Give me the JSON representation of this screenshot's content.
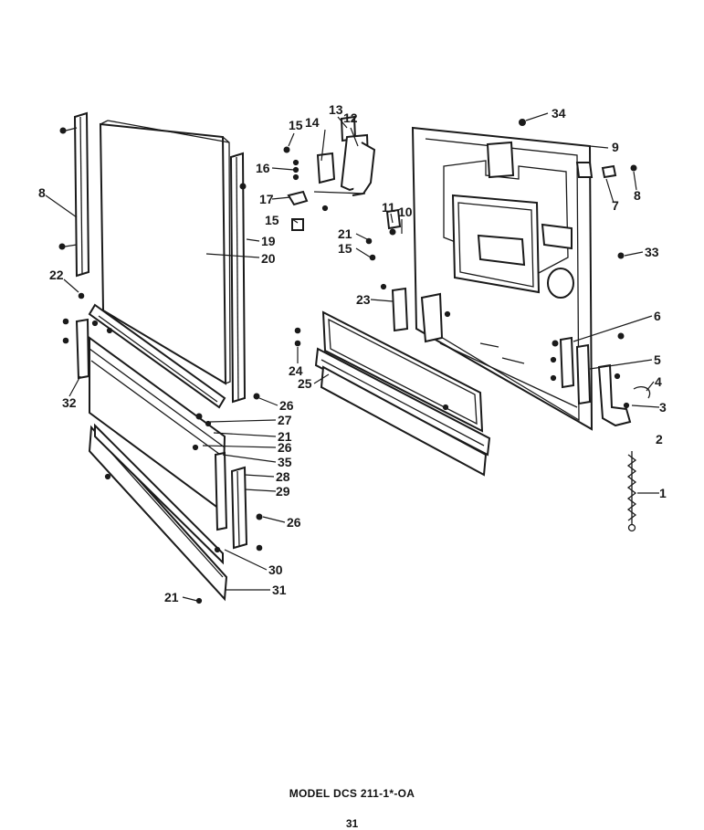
{
  "diagram": {
    "callouts": [
      "1",
      "2",
      "3",
      "4",
      "5",
      "6",
      "7",
      "8",
      "8",
      "9",
      "10",
      "11",
      "12",
      "13",
      "14",
      "15",
      "15",
      "15",
      "16",
      "17",
      "19",
      "20",
      "21",
      "21",
      "21",
      "22",
      "23",
      "24",
      "25",
      "26",
      "26",
      "26",
      "27",
      "28",
      "29",
      "30",
      "31",
      "32",
      "33",
      "34",
      "35"
    ]
  },
  "footer": {
    "model": "MODEL DCS 211-1*-OA",
    "page_number": "31"
  }
}
